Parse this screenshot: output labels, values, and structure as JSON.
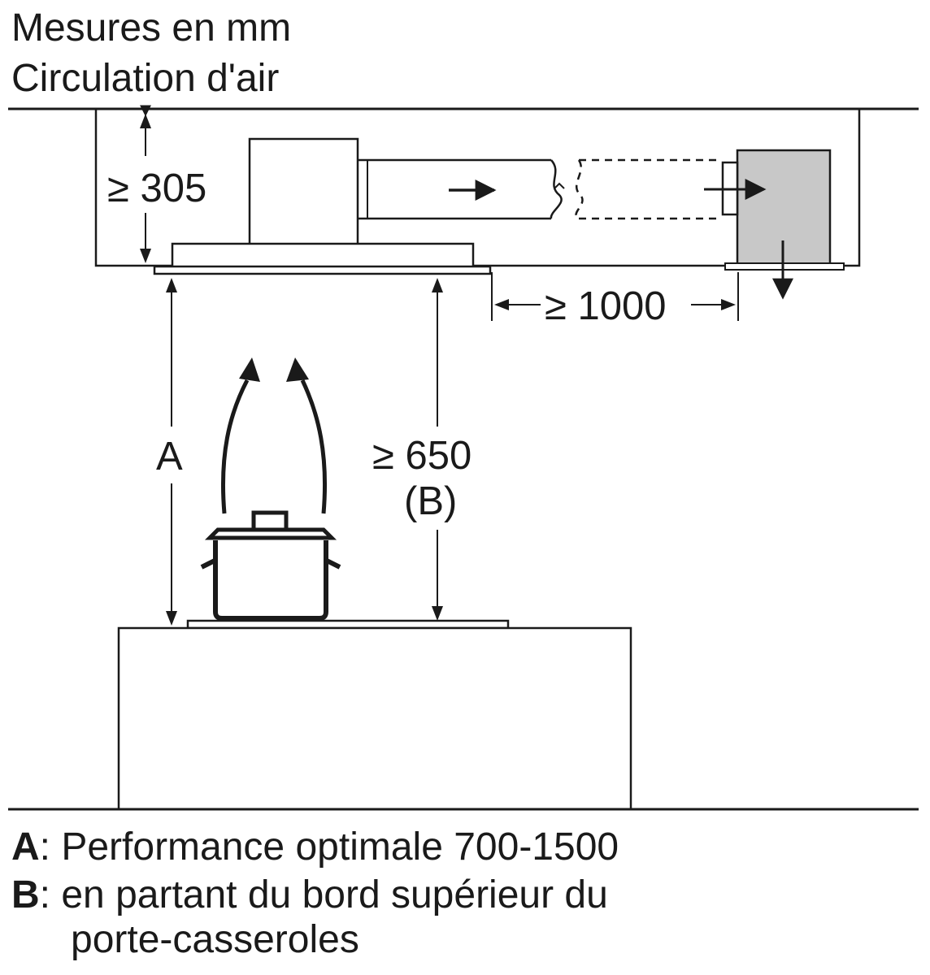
{
  "header": {
    "units": "Mesures en mm",
    "mode": "Circulation d'air"
  },
  "dimensions": {
    "ceiling_gap": "≥ 305",
    "duct_distance": "≥ 1000",
    "height_a": "A",
    "height_min": "≥ 650",
    "height_min_ref": "(B)"
  },
  "legend": {
    "a_key": "A",
    "a_text": ": Performance optimale 700-1500",
    "b_key": "B",
    "b_text_line1": ": en partant du bord supérieur du",
    "b_text_line2": "porte-casseroles"
  },
  "colors": {
    "line": "#1a1a1a",
    "filter_box": "#c8c8c8"
  }
}
